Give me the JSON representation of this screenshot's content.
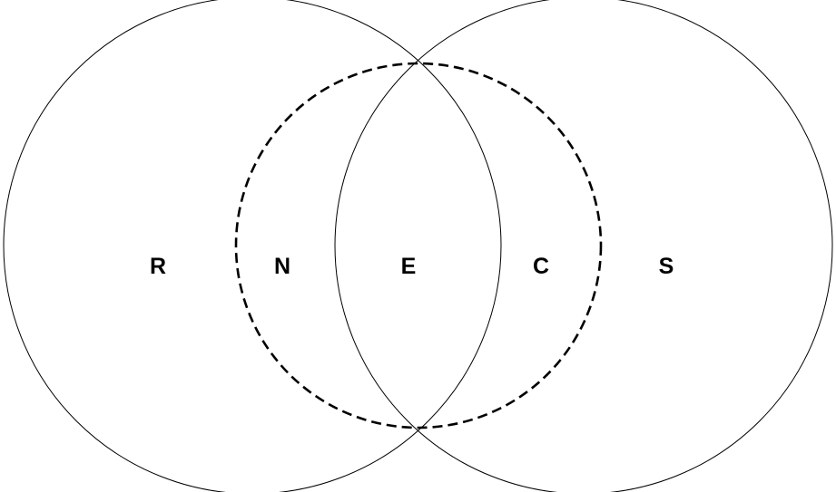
{
  "labels": {
    "r": "R",
    "n": "N",
    "e": "E",
    "c": "C",
    "s": "S"
  },
  "colors": {
    "stroke": "#000000",
    "background": "#ffffff"
  }
}
